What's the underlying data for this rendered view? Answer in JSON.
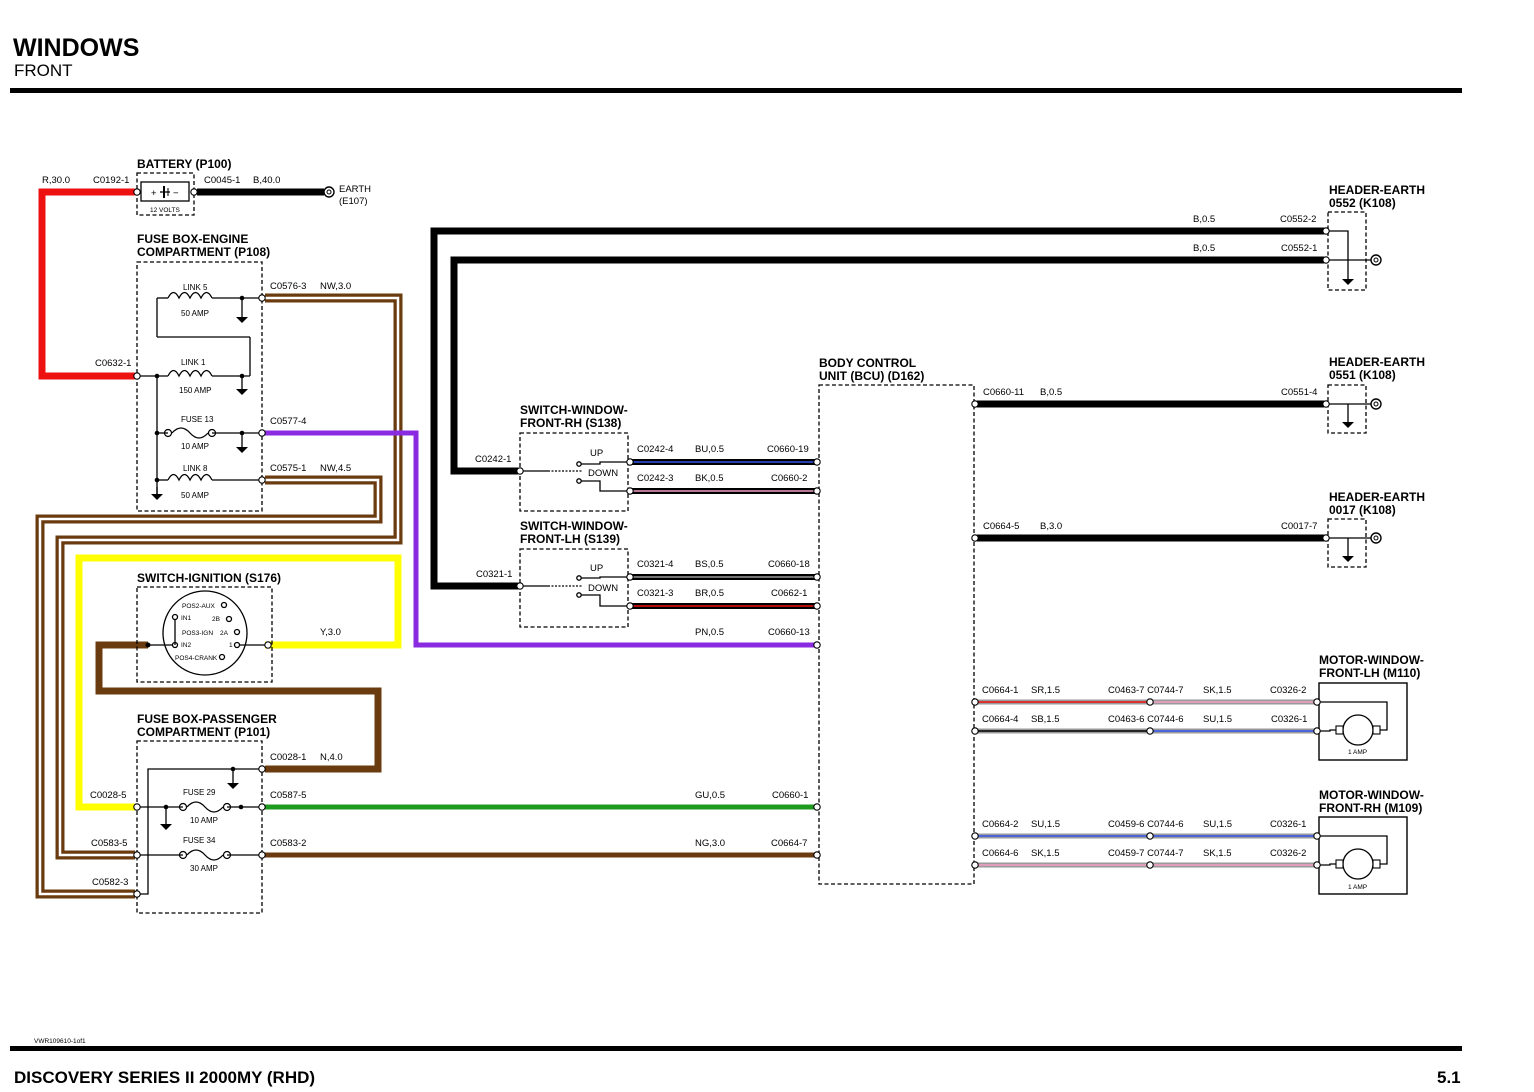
{
  "header": {
    "title": "WINDOWS",
    "subtitle": "FRONT"
  },
  "footer": {
    "title": "DISCOVERY SERIES II 2000MY (RHD)",
    "page": "5.1",
    "ref": "VWR109610-1of1"
  },
  "colors": {
    "R": "#ee1111",
    "B": "#000000",
    "N": "#6b3b10",
    "W": "#ffffff",
    "Y": "#ffff00",
    "P": "#8a2be2",
    "G": "#1e9b1e",
    "U": "#3355ee",
    "K": "#f4a0c8",
    "S": "#9a9a9a"
  },
  "components": {
    "battery": {
      "title": "BATTERY (P100)",
      "rating": "12 VOLTS"
    },
    "earth_e107": {
      "line1": "EARTH",
      "line2": "(E107)"
    },
    "fusebox_engine": {
      "title_line1": "FUSE BOX-ENGINE",
      "title_line2": "COMPARTMENT (P108)",
      "fuses": [
        {
          "name": "LINK 5",
          "rating": "50 AMP"
        },
        {
          "name": "LINK 1",
          "rating": "150 AMP"
        },
        {
          "name": "FUSE 13",
          "rating": "10 AMP"
        },
        {
          "name": "LINK 8",
          "rating": "50 AMP"
        }
      ]
    },
    "ignition": {
      "title": "SWITCH-IGNITION (S176)",
      "pos2": "POS2-AUX",
      "in1": "IN1",
      "t2b": "2B",
      "pos3": "POS3-IGN",
      "t2a": "2A",
      "in2": "IN2",
      "t1": "1",
      "pos4": "POS4-CRANK"
    },
    "fusebox_pass": {
      "title_line1": "FUSE BOX-PASSENGER",
      "title_line2": "COMPARTMENT (P101)",
      "fuses": [
        {
          "name": "FUSE 29",
          "rating": "10 AMP"
        },
        {
          "name": "FUSE 34",
          "rating": "30 AMP"
        }
      ]
    },
    "switch_rh": {
      "title_line1": "SWITCH-WINDOW-",
      "title_line2": "FRONT-RH (S138)",
      "up": "UP",
      "down": "DOWN"
    },
    "switch_lh": {
      "title_line1": "SWITCH-WINDOW-",
      "title_line2": "FRONT-LH (S139)",
      "up": "UP",
      "down": "DOWN"
    },
    "bcu": {
      "title_line1": "BODY CONTROL",
      "title_line2": "UNIT (BCU) (D162)"
    },
    "earth_0552": {
      "title_line1": "HEADER-EARTH",
      "title_line2": "0552 (K108)"
    },
    "earth_0551": {
      "title_line1": "HEADER-EARTH",
      "title_line2": "0551 (K108)"
    },
    "earth_0017": {
      "title_line1": "HEADER-EARTH",
      "title_line2": "0017 (K108)"
    },
    "motor_lh": {
      "title_line1": "MOTOR-WINDOW-",
      "title_line2": "FRONT-LH (M110)",
      "rating": "1 AMP"
    },
    "motor_rh": {
      "title_line1": "MOTOR-WINDOW-",
      "title_line2": "FRONT-RH (M109)",
      "rating": "1 AMP"
    }
  },
  "labels": {
    "r30": "R,30.0",
    "c0192_1": "C0192-1",
    "c0045_1": "C0045-1",
    "b40": "B,40.0",
    "c0576_3": "C0576-3",
    "nw30": "NW,3.0",
    "c0632_1": "C0632-1",
    "c0577_4": "C0577-4",
    "c0575_1": "C0575-1",
    "nw45": "NW,4.5",
    "y30": "Y,3.0",
    "c0028_1": "C0028-1",
    "n40": "N,4.0",
    "c0028_5": "C0028-5",
    "c0587_5": "C0587-5",
    "c0583_5": "C0583-5",
    "c0583_2": "C0583-2",
    "c0582_3": "C0582-3",
    "gu05": "GU,0.5",
    "c0660_1": "C0660-1",
    "ng30": "NG,3.0",
    "c0664_7": "C0664-7",
    "b05a": "B,0.5",
    "c0552_2": "C0552-2",
    "b05b": "B,0.5",
    "c0552_1": "C0552-1",
    "c0242_1": "C0242-1",
    "c0242_4": "C0242-4",
    "bu05": "BU,0.5",
    "c0660_19": "C0660-19",
    "c0242_3": "C0242-3",
    "bk05": "BK,0.5",
    "c0660_2": "C0660-2",
    "c0321_1": "C0321-1",
    "c0321_4": "C0321-4",
    "bs05": "BS,0.5",
    "c0660_18": "C0660-18",
    "c0321_3": "C0321-3",
    "br05": "BR,0.5",
    "c0662_1": "C0662-1",
    "pn05": "PN,0.5",
    "c0660_13": "C0660-13",
    "c0660_11": "C0660-11",
    "b05c": "B,0.5",
    "c0551_4": "C0551-4",
    "c0664_5": "C0664-5",
    "b30": "B,3.0",
    "c0017_7": "C0017-7",
    "c0664_1": "C0664-1",
    "sr15": "SR,1.5",
    "c0463_7": "C0463-7 C0744-7",
    "sk15a": "SK,1.5",
    "c0326_2a": "C0326-2",
    "c0664_4": "C0664-4",
    "sb15": "SB,1.5",
    "c0463_6": "C0463-6 C0744-6",
    "su15a": "SU,1.5",
    "c0326_1a": "C0326-1",
    "c0664_2": "C0664-2",
    "su15b": "SU,1.5",
    "c0459_6": "C0459-6 C0744-6",
    "su15c": "SU,1.5",
    "c0326_1b": "C0326-1",
    "c0664_6": "C0664-6",
    "sk15b": "SK,1.5",
    "c0459_7": "C0459-7 C0744-7",
    "sk15c": "SK,1.5",
    "c0326_2b": "C0326-2"
  }
}
